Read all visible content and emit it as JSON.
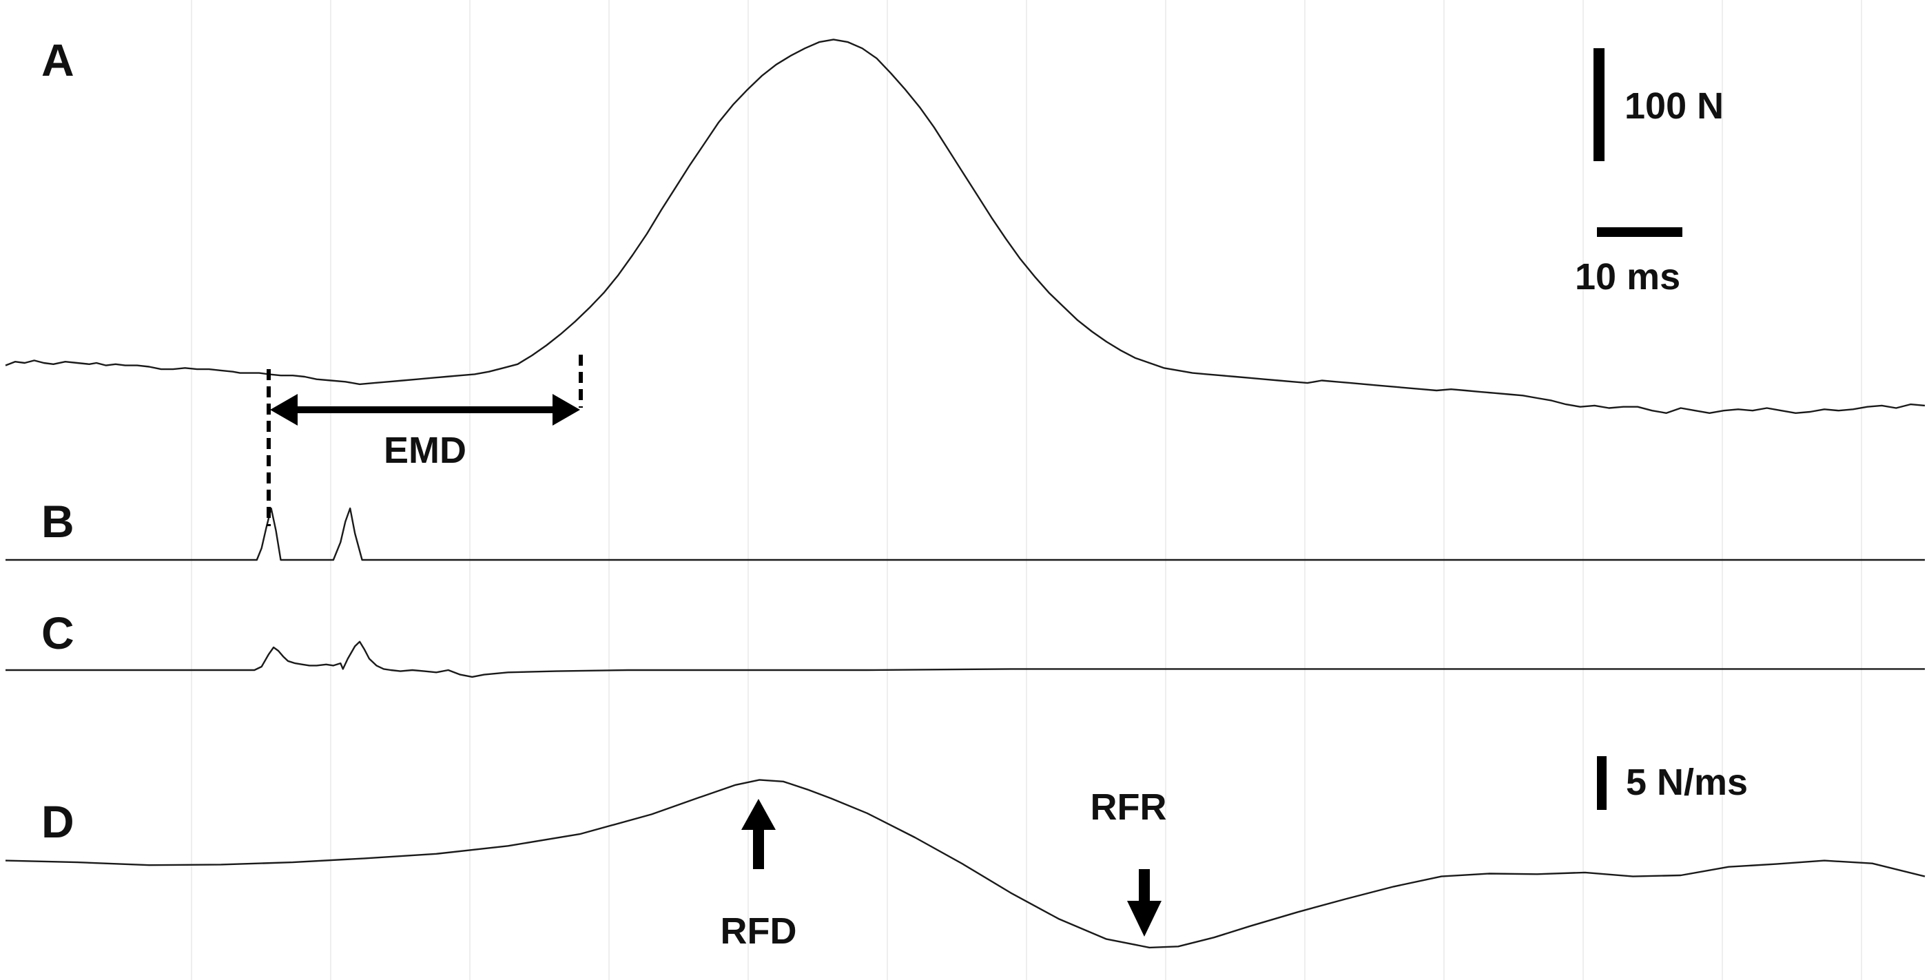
{
  "chart_data": {
    "type": "line",
    "panels": [
      {
        "label": "A",
        "scale_y": "100 N",
        "scale_x": "10 ms"
      },
      {
        "label": "B"
      },
      {
        "label": "C"
      },
      {
        "label": "D",
        "scale_y": "5 N/ms"
      }
    ],
    "annotations": {
      "emd": "EMD",
      "rfd": "RFD",
      "rfr": "RFR"
    },
    "grid": true,
    "series": [
      {
        "panel": "A",
        "x": [
          0,
          4,
          8,
          12,
          16,
          20,
          25,
          30,
          35,
          38,
          42,
          46,
          50,
          55,
          60,
          65,
          70,
          75,
          80,
          85,
          90,
          95,
          98,
          102,
          106,
          110,
          115,
          120,
          125,
          130,
          136,
          142,
          148,
          154,
          160,
          166,
          172,
          178,
          184,
          190,
          196,
          202,
          208,
          214,
          220,
          226,
          232,
          238,
          244,
          250,
          256,
          262,
          268,
          274,
          280,
          286,
          292,
          298,
          304,
          310,
          316,
          322,
          328,
          334,
          340,
          346,
          352,
          358,
          364,
          370,
          376,
          382,
          388,
          394,
          400,
          406,
          412,
          418,
          424,
          430,
          436,
          442,
          448,
          454,
          460,
          466,
          472,
          478,
          484,
          490,
          496,
          502,
          508,
          514,
          520,
          526,
          532,
          538,
          544,
          550,
          556,
          562,
          568,
          574,
          580,
          586,
          592,
          598,
          604,
          610,
          616,
          622,
          628,
          634,
          640,
          646,
          652,
          658,
          664,
          670,
          676,
          682,
          688,
          694,
          700,
          706,
          712,
          718,
          724,
          730,
          736,
          742,
          748,
          754,
          760,
          766,
          772,
          778,
          784,
          790,
          796,
          802
        ],
        "values": [
          -2,
          1,
          0,
          2,
          0,
          -1,
          1,
          0,
          -1,
          0,
          -2,
          -1,
          -2,
          -2,
          -3,
          -5,
          -5,
          -4,
          -5,
          -5,
          -6,
          -7,
          -8,
          -8,
          -8,
          -9,
          -10,
          -10,
          -11,
          -13,
          -14,
          -15,
          -17,
          -16,
          -15,
          -14,
          -13,
          -12,
          -11,
          -10,
          -9,
          -7,
          -4,
          -1,
          6,
          14,
          23,
          33,
          44,
          56,
          70,
          86,
          103,
          122,
          140,
          158,
          175,
          192,
          206,
          218,
          229,
          238,
          245,
          251,
          256,
          258,
          256,
          251,
          243,
          231,
          218,
          204,
          188,
          170,
          152,
          134,
          116,
          99,
          83,
          69,
          56,
          45,
          34,
          25,
          17,
          10,
          4,
          0,
          -4,
          -6,
          -8,
          -9,
          -10,
          -11,
          -12,
          -13,
          -14,
          -15,
          -16,
          -14,
          -15,
          -16,
          -17,
          -18,
          -19,
          -20,
          -21,
          -22,
          -21,
          -22,
          -23,
          -24,
          -25,
          -26,
          -28,
          -30,
          -33,
          -35,
          -34,
          -36,
          -35,
          -35,
          -38,
          -40,
          -36,
          -38,
          -40,
          -38,
          -37,
          -38,
          -36,
          -38,
          -40,
          -39,
          -37,
          -38,
          -37,
          -35,
          -34,
          -36,
          -33,
          -34
        ]
      },
      {
        "panel": "B",
        "x": [
          0,
          105,
          107,
          109,
          111,
          113,
          115,
          137,
          140,
          142,
          144,
          146,
          149,
          802
        ],
        "values": [
          0,
          0,
          8,
          22,
          35,
          20,
          0,
          0,
          12,
          26,
          35,
          18,
          0,
          0
        ]
      },
      {
        "panel": "C",
        "x": [
          0,
          104,
          107,
          110,
          112,
          114,
          116,
          118,
          121,
          124,
          127,
          130,
          134,
          137,
          140,
          141,
          143,
          146,
          148,
          150,
          152,
          155,
          158,
          161,
          165,
          170,
          175,
          180,
          185,
          190,
          195,
          200,
          210,
          230,
          260,
          300,
          360,
          420,
          480,
          560,
          640,
          720,
          802
        ],
        "values": [
          0,
          0,
          3,
          14,
          20,
          17,
          12,
          8,
          6,
          5,
          4,
          4,
          5,
          4,
          6,
          1,
          10,
          21,
          25,
          18,
          10,
          4,
          1,
          0,
          -1,
          0,
          -1,
          -2,
          0,
          -4,
          -6,
          -4,
          -2,
          -1,
          0,
          0,
          0,
          1,
          1,
          1,
          1,
          1,
          1
        ]
      },
      {
        "panel": "D",
        "x": [
          0,
          30,
          60,
          90,
          120,
          150,
          180,
          210,
          240,
          270,
          290,
          305,
          315,
          325,
          335,
          345,
          360,
          380,
          400,
          420,
          440,
          460,
          478,
          490,
          505,
          520,
          540,
          560,
          580,
          600,
          620,
          640,
          660,
          680,
          700,
          720,
          740,
          760,
          780,
          802
        ],
        "values": [
          -0.2,
          -0.5,
          -1.0,
          -0.9,
          -0.5,
          0.2,
          1.0,
          2.4,
          4.5,
          8.0,
          11.0,
          13.2,
          14.1,
          13.8,
          12.4,
          10.8,
          8.2,
          3.9,
          -0.8,
          -5.9,
          -10.5,
          -14.1,
          -15.6,
          -15.4,
          -13.8,
          -11.8,
          -9.3,
          -7.0,
          -4.8,
          -3.0,
          -2.5,
          -2.6,
          -2.3,
          -3.0,
          -2.8,
          -1.3,
          -0.8,
          -0.2,
          -0.7,
          -3.0
        ]
      }
    ]
  }
}
